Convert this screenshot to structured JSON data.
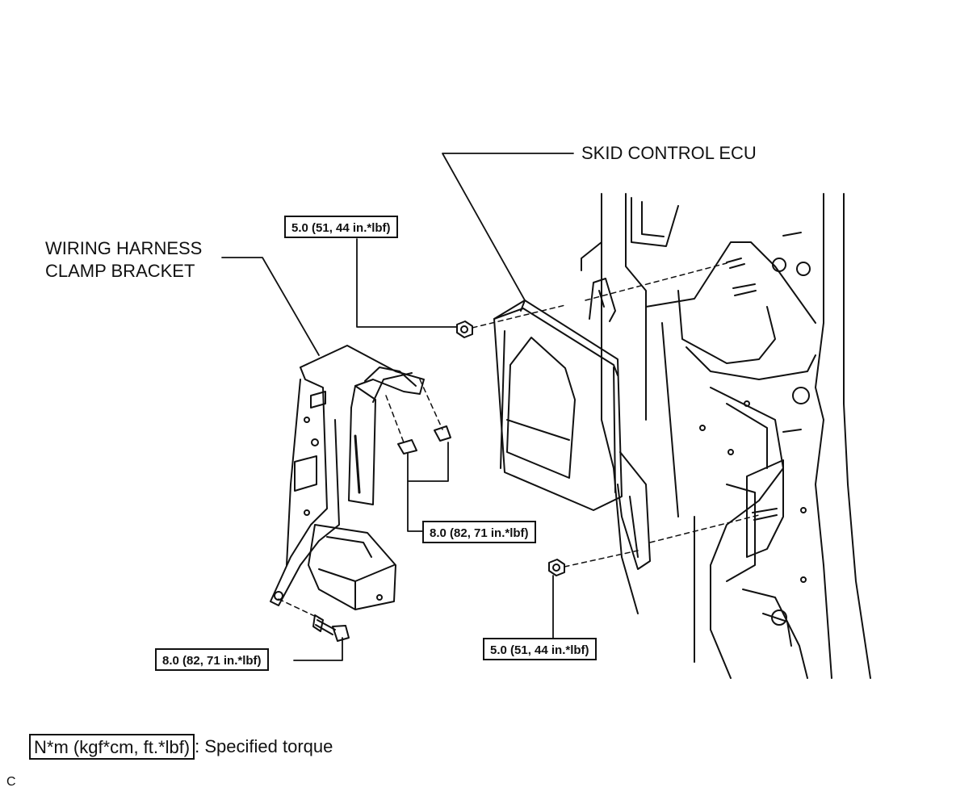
{
  "labels": {
    "ecu": "SKID CONTROL ECU",
    "bracket_line1": "WIRING HARNESS",
    "bracket_line2": "CLAMP BRACKET"
  },
  "torques": {
    "top_nut": "5.0 (51, 44 in.*lbf)",
    "clips": "8.0 (82, 71 in.*lbf)",
    "bolt": "8.0 (82, 71 in.*lbf)",
    "bottom_nut": "5.0 (51, 44 in.*lbf)"
  },
  "legend": {
    "box": "N*m (kgf*cm, ft.*lbf)",
    "text": ": Specified torque"
  },
  "corner_mark": "C"
}
